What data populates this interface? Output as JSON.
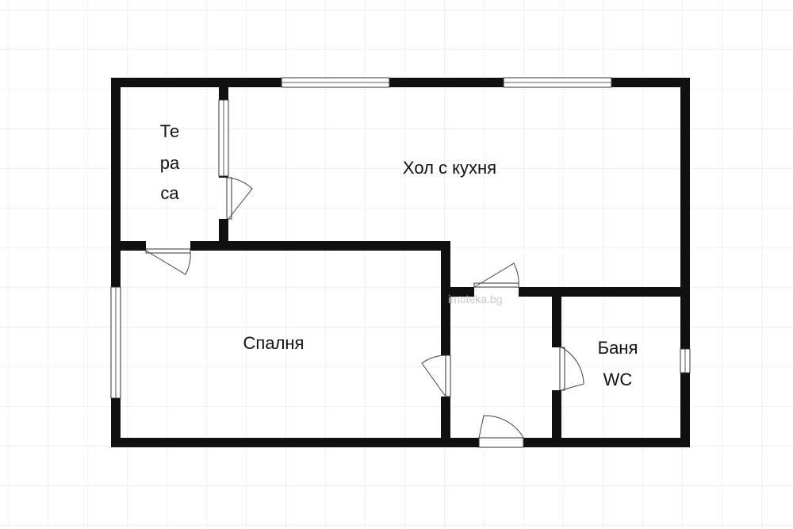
{
  "rooms": {
    "terrace_line1": "Те",
    "terrace_line2": "ра",
    "terrace_line3": "са",
    "living_kitchen": "Хол с кухня",
    "bedroom": "Спалня",
    "bathroom_line1": "Баня",
    "bathroom_line2": "WC"
  },
  "watermark": "imoteka.bg",
  "colors": {
    "wall": "#111111",
    "grid": "#e3e3e3",
    "background": "#ffffff"
  }
}
